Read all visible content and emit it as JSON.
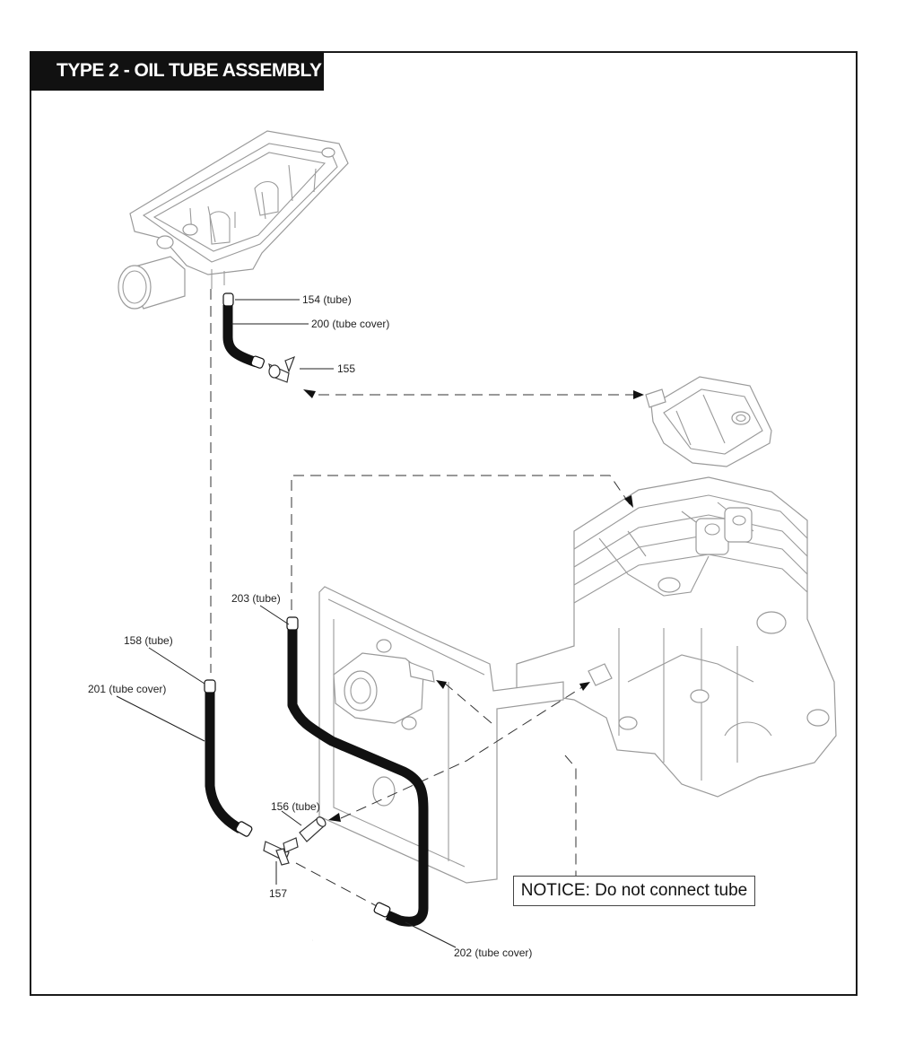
{
  "title": "TYPE 2 - OIL TUBE ASSEMBLY",
  "notice": "NOTICE: Do not connect tube",
  "labels": {
    "p154": "154 (tube)",
    "p200": "200 (tube cover)",
    "p155": "155",
    "p203": "203 (tube)",
    "p158": "158 (tube)",
    "p201": "201 (tube cover)",
    "p156": "156 (tube)",
    "p157": "157",
    "p202": "202 (tube cover)"
  }
}
